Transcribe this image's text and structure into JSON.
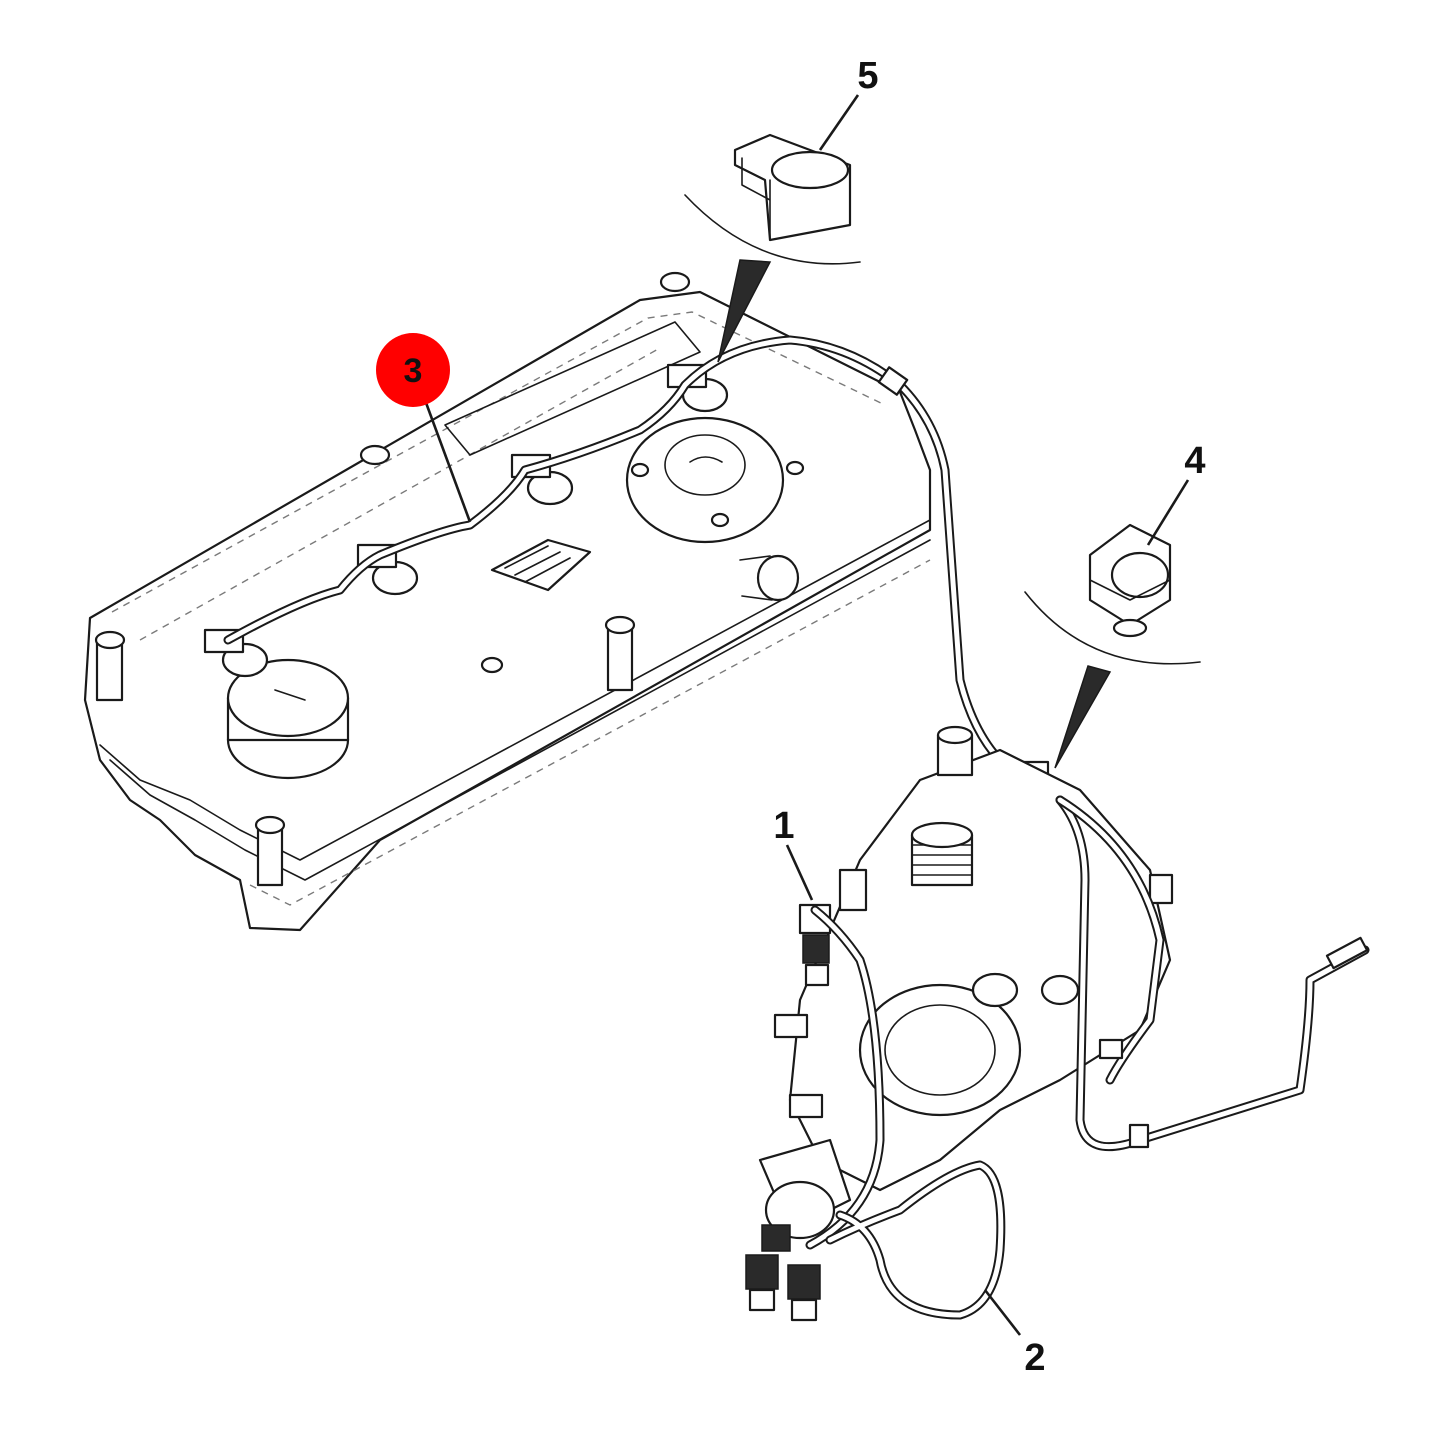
{
  "diagram": {
    "callouts": [
      {
        "id": "1",
        "label": "1",
        "highlighted": false
      },
      {
        "id": "2",
        "label": "2",
        "highlighted": false
      },
      {
        "id": "3",
        "label": "3",
        "highlighted": true
      },
      {
        "id": "4",
        "label": "4",
        "highlighted": false
      },
      {
        "id": "5",
        "label": "5",
        "highlighted": false
      }
    ],
    "highlight_color": "#ff0000",
    "line_color": "#1a1a1a",
    "background_color": "#ffffff"
  }
}
